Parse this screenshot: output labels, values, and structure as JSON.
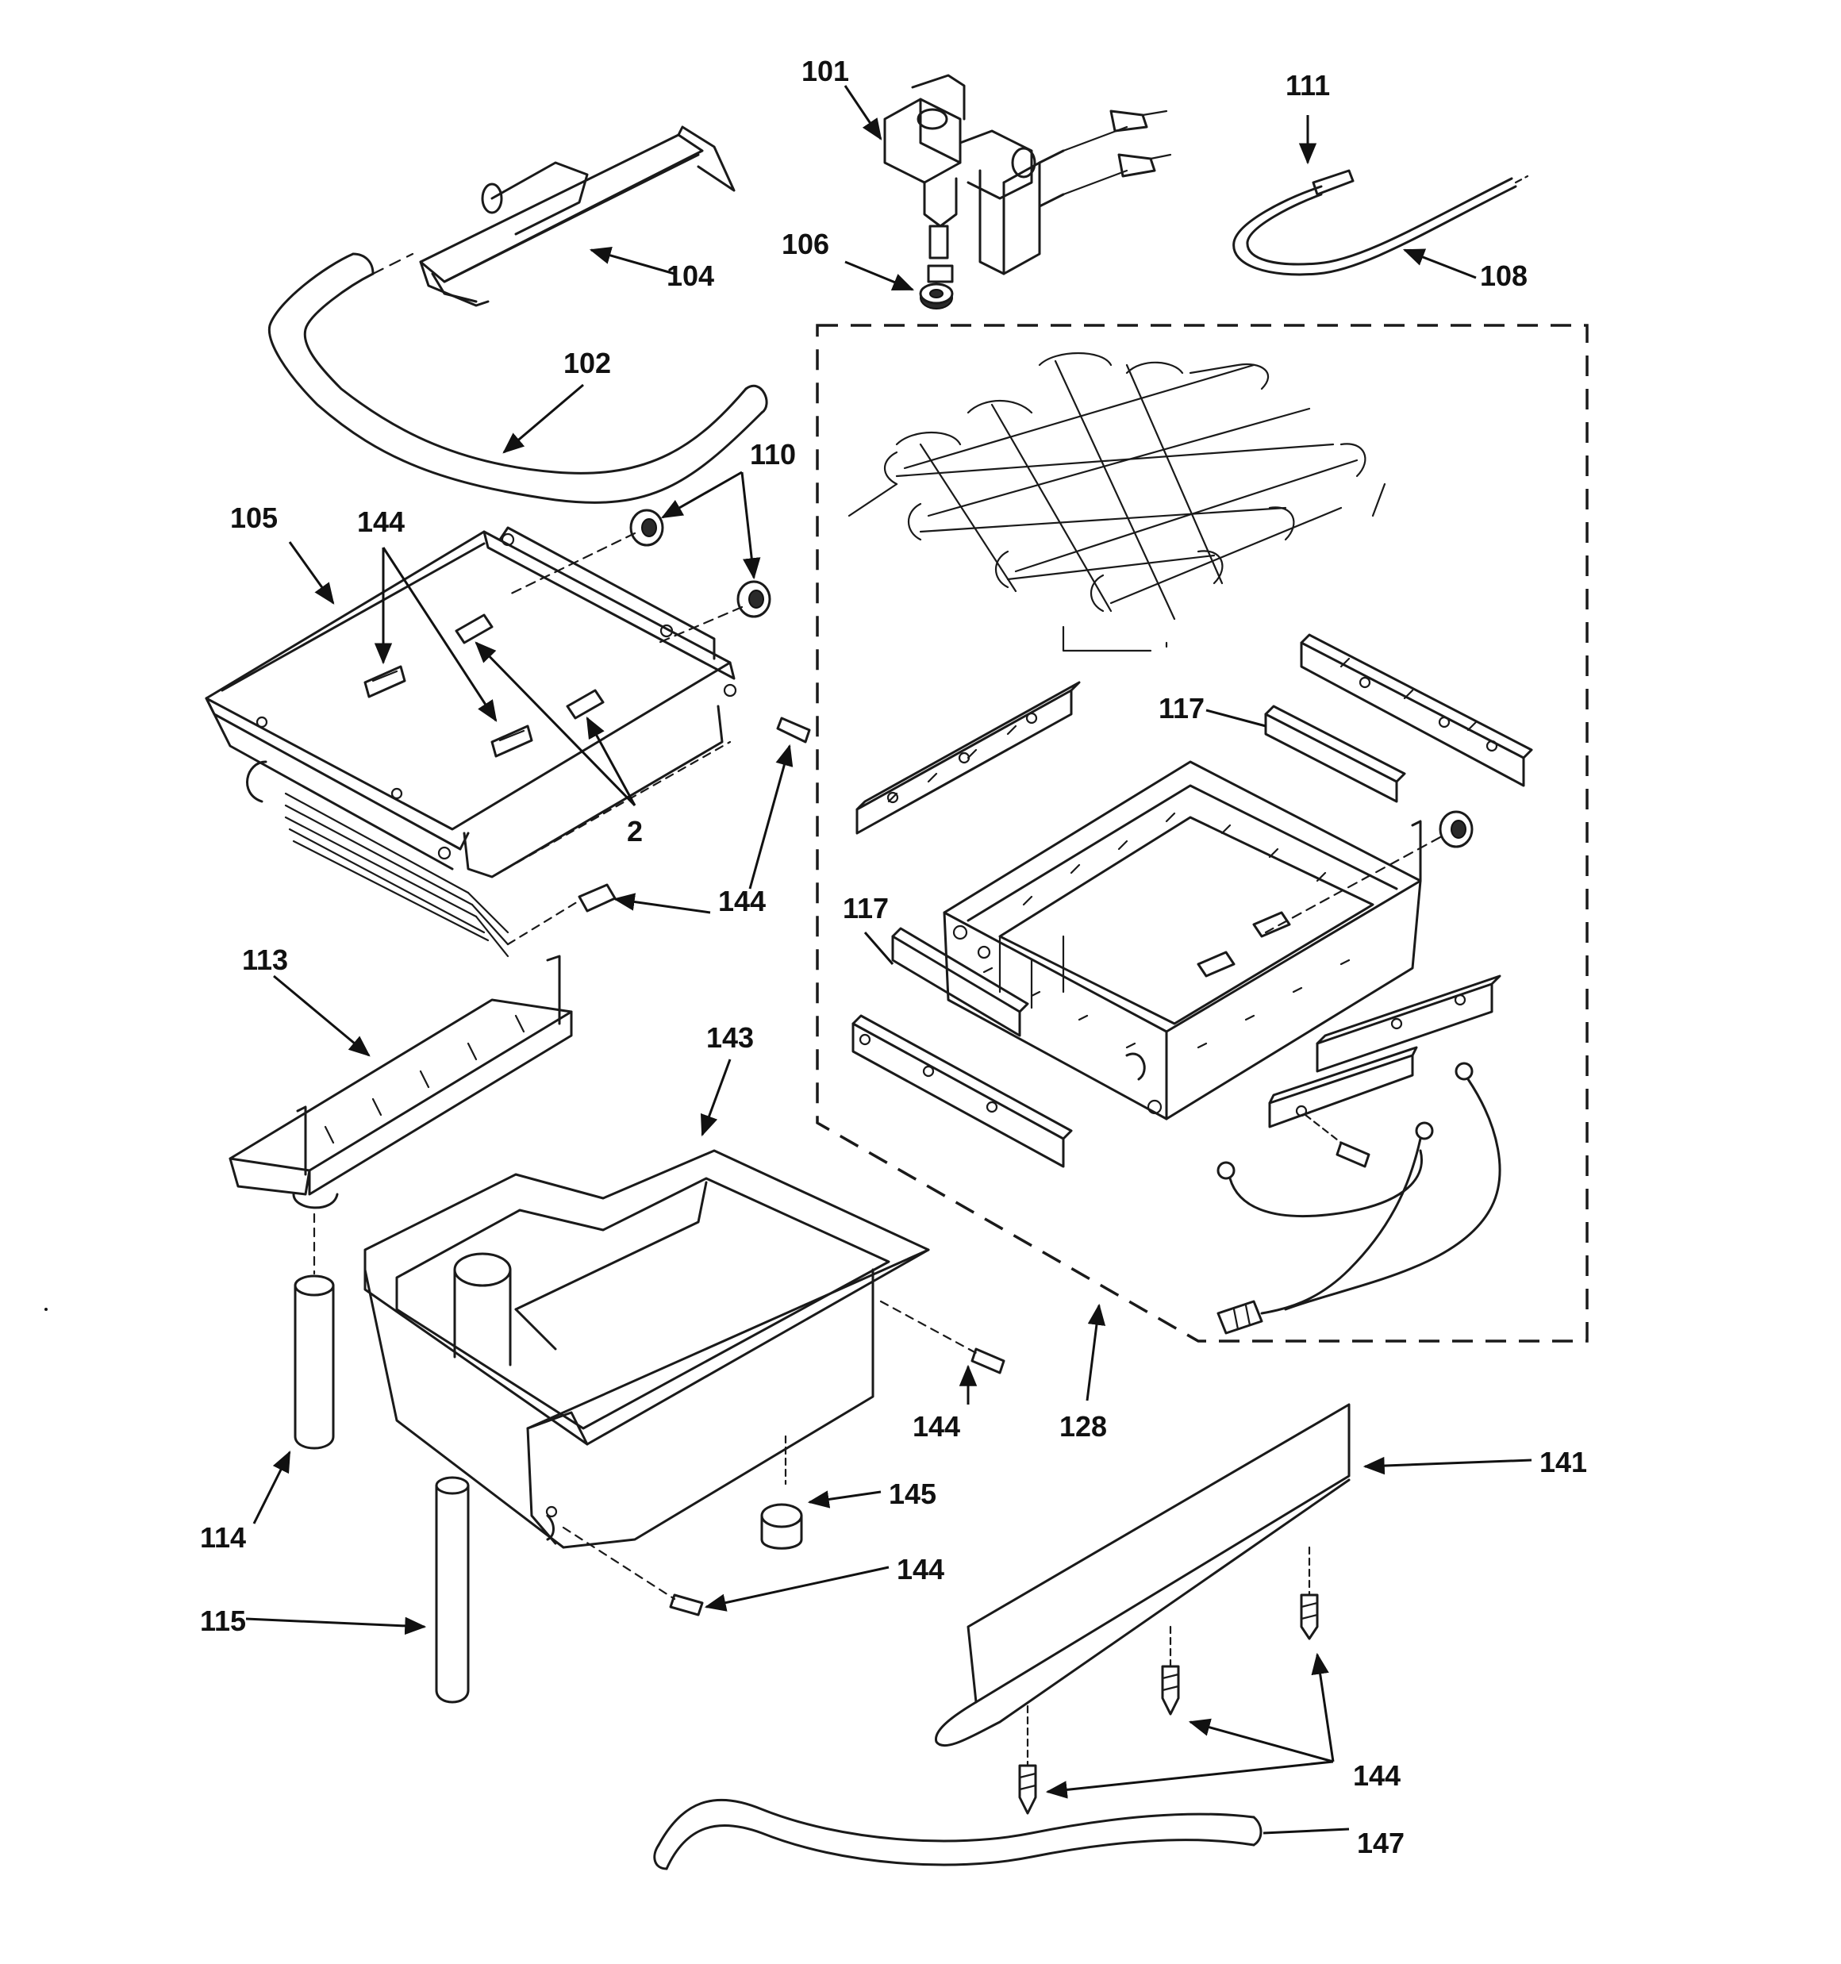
{
  "callouts": {
    "c101": "101",
    "c102": "102",
    "c104": "104",
    "c105": "105",
    "c106": "106",
    "c108": "108",
    "c110": "110",
    "c111": "111",
    "c113": "113",
    "c114": "114",
    "c115": "115",
    "c117a": "117",
    "c117b": "117",
    "c128": "128",
    "c141": "141",
    "c143": "143",
    "c144a": "144",
    "c144b": "144",
    "c144c": "144",
    "c144d": "144",
    "c144e": "144",
    "c145": "145",
    "c147": "147",
    "c2": "2"
  }
}
